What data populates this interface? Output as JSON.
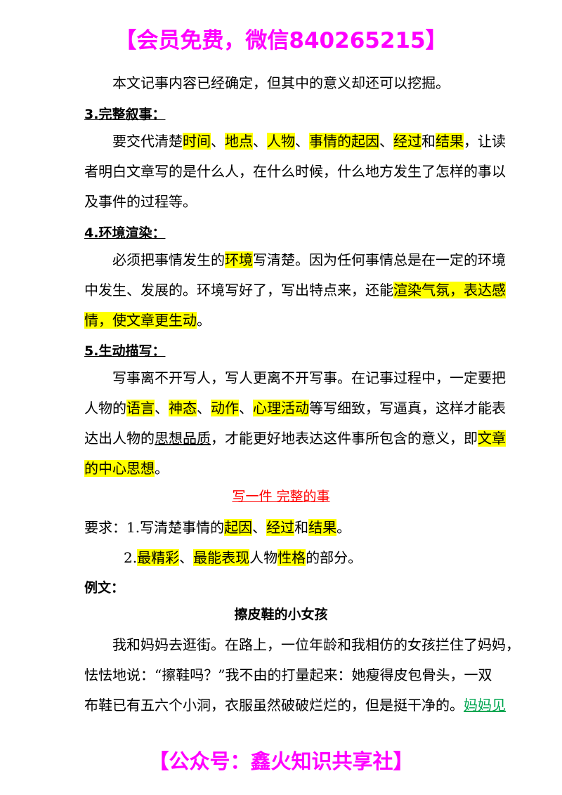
{
  "banner_top": "【会员免费，微信840265215】",
  "banner_bottom": "【公众号：鑫火知识共享社】",
  "colors": {
    "banner": "#ff00ff",
    "highlight": "#ffff00",
    "red_title": "#ff0000",
    "green_link": "#00a651"
  },
  "p1": "本文记事内容已经确定，但其中的意义却还可以挖掘。",
  "h3": "3.完整叙事：",
  "p3": {
    "a": "要交代清楚",
    "t1": "时间",
    "s1": "、",
    "t2": "地点",
    "s2": "、",
    "t3": "人物",
    "s3": "、",
    "t4": "事情的起因",
    "s4": "、",
    "t5": "经过",
    "s5": "和",
    "t6": "结果",
    "s6": "，让读",
    "l2": "者明白文章写的是什么人，在什么时候，什么地方发生了怎样的事以",
    "l3": "及事件的过程等。"
  },
  "h4": "4.环境渲染：",
  "p4": {
    "a": "必须把事情发生的",
    "t1": "环境",
    "b": "写清楚。因为任何事情总是在一定的环境",
    "c": "中发生、发展的。环境写好了，写出特点来，还能",
    "t2": "渲染气氛，表达感",
    "t3": "情，使文章更生动",
    "d": "。"
  },
  "h5": "5.生动描写：",
  "p5": {
    "l1": "写事离不开写人，写人更离不开写事。在记事过程中，一定要把",
    "a": "人物的",
    "t1": "语言",
    "s1": "、",
    "t2": "神态",
    "s2": "、",
    "t3": "动作",
    "s3": "、",
    "t4": "心理活动",
    "b": "等写细致，写逼真，这样才能表",
    "c": "达出人物的",
    "u1": "思想品质",
    "d": "，才能更好地表达这件事所包含的意义，即",
    "t5": "文章",
    "t6": "的中心思想",
    "e": "。"
  },
  "section_title": "写一件 完整的事",
  "req": {
    "label": "要求：",
    "n1": "1.写清楚事情的",
    "t1": "起因",
    "s1": "、",
    "t2": "经过",
    "s2": "和",
    "t3": "结果",
    "s3": "。",
    "n2": "2.",
    "t4": "最精彩",
    "s4": "、",
    "t5": "最能表现",
    "s5": "人物",
    "t6": "性格",
    "s6": "的部分。"
  },
  "example_label": "例文：",
  "essay_title": "擦皮鞋的小女孩",
  "essay": {
    "l1": "我和妈妈去逛街。在路上，一位年龄和我相仿的女孩拦住了妈妈，",
    "l2": "怯怯地说：“擦鞋吗？”我不由的打量起来：她瘦得皮包骨头，一双",
    "l3": "布鞋已有五六个小洞，衣服虽然破破烂烂的，但是挺干净的。",
    "link": "妈妈见"
  }
}
